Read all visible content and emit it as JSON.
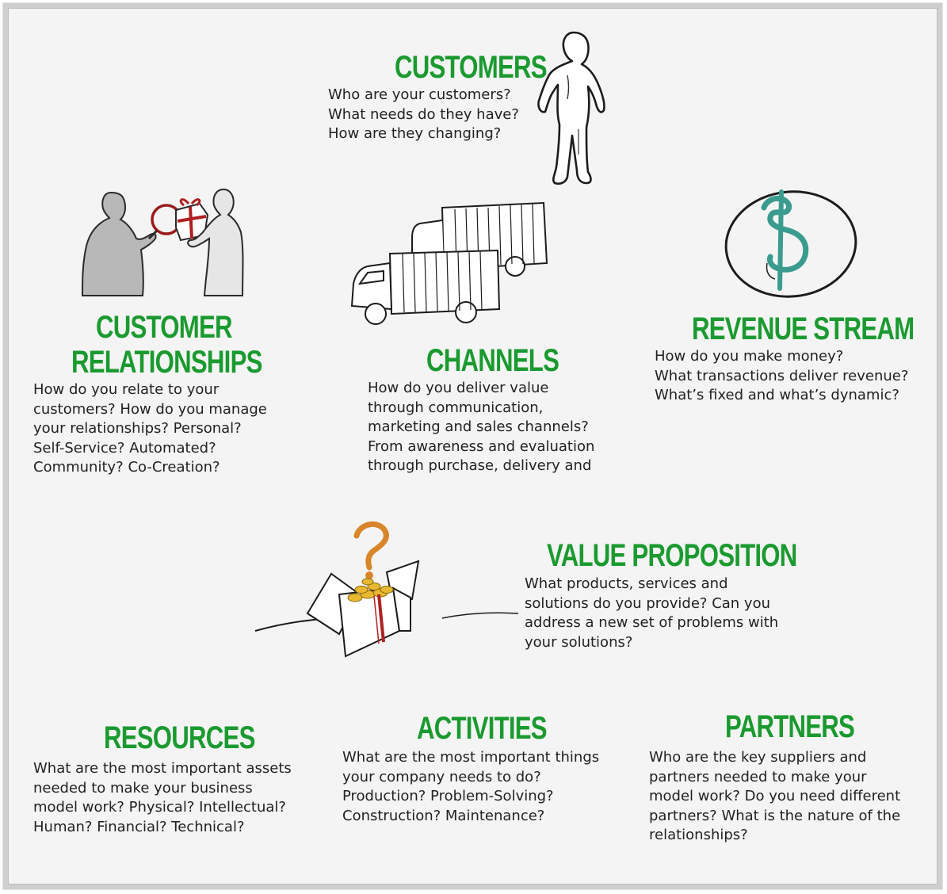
{
  "customers": {
    "title": "CUSTOMERS",
    "lines": [
      "Who are your customers?",
      "What needs do they have?",
      "How are they changing?"
    ]
  },
  "customer_relationships": {
    "title_lines": [
      "CUSTOMER",
      "RELATIONSHIPS"
    ],
    "lines": [
      "How do you relate to your",
      "customers? How do you manage",
      "your relationships? Personal?",
      "Self-Service? Automated?",
      "Community? Co-Creation?"
    ]
  },
  "channels": {
    "title": "CHANNELS",
    "lines": [
      "How do you deliver value",
      "through communication,",
      "marketing and sales channels?",
      "From awareness and evaluation",
      "through purchase, delivery and"
    ]
  },
  "revenue_stream": {
    "title": "REVENUE STREAM",
    "lines": [
      "How do you make money?",
      "What transactions deliver revenue?",
      "What’s fixed and what’s dynamic?"
    ]
  },
  "value_proposition": {
    "title": "VALUE PROPOSITION",
    "lines": [
      "What products, services and",
      "solutions do you provide? Can you",
      "address a new set of problems with",
      "your solutions?"
    ]
  },
  "resources": {
    "title": "RESOURCES",
    "lines": [
      "What are the most important assets",
      "needed to make your business",
      "model work? Physical? Intellectual?",
      "Human? Financial? Technical?"
    ]
  },
  "activities": {
    "title": "ACTIVITIES",
    "lines": [
      "What are the most important things",
      "your company needs to do?",
      "Production? Problem-Solving?",
      "Construction? Maintenance?"
    ]
  },
  "partners": {
    "title": "PARTNERS",
    "lines": [
      "Who are the key suppliers and",
      "partners needed to make your",
      "model work? Do you need different",
      "partners? What is the nature of the",
      "relationships?"
    ]
  },
  "colors": {
    "title_green": "#1a9a2f",
    "text": "#222222",
    "dollar_teal": "#3a9b8f",
    "gift_red": "#b02020",
    "coin_gold": "#e8b830",
    "question_orange": "#d9862a"
  },
  "icons": [
    "standing-person-icon",
    "gift-exchange-icon",
    "delivery-trucks-icon",
    "dollar-sign-icon",
    "treasure-box-icon"
  ]
}
